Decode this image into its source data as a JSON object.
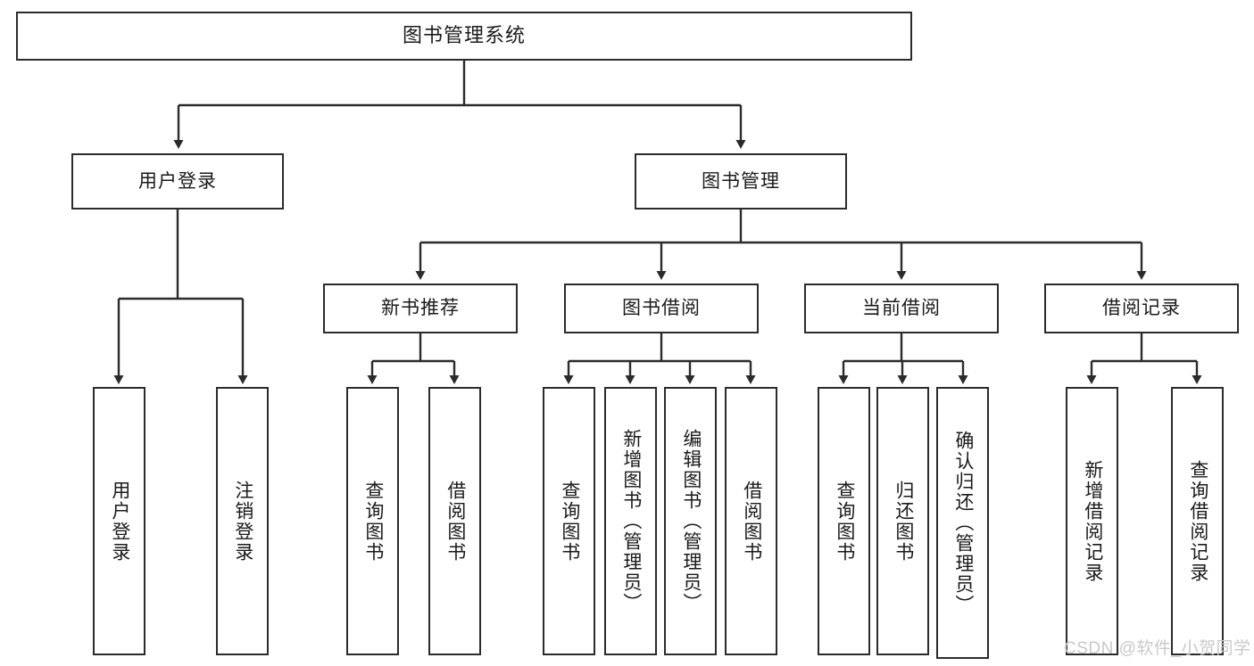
{
  "diagram": {
    "kind": "functional-structure-tree",
    "root": {
      "id": "root",
      "label": "图书管理系统"
    },
    "level1": [
      {
        "id": "user-login",
        "label": "用户登录"
      },
      {
        "id": "book-manage",
        "label": "图书管理"
      }
    ],
    "level2": [
      {
        "id": "new-book-rec",
        "label": "新书推荐",
        "parent": "book-manage"
      },
      {
        "id": "book-borrow",
        "label": "图书借阅",
        "parent": "book-manage"
      },
      {
        "id": "current-borrow",
        "label": "当前借阅",
        "parent": "book-manage"
      },
      {
        "id": "borrow-record",
        "label": "借阅记录",
        "parent": "book-manage"
      }
    ],
    "leaves": [
      {
        "id": "leaf-user-login",
        "label": "用户登录",
        "parent": "user-login"
      },
      {
        "id": "leaf-user-logout",
        "label": "注销登录",
        "parent": "user-login"
      },
      {
        "id": "leaf-rec-query",
        "label": "查询图书",
        "parent": "new-book-rec"
      },
      {
        "id": "leaf-rec-borrow",
        "label": "借阅图书",
        "parent": "new-book-rec"
      },
      {
        "id": "leaf-borrow-query",
        "label": "查询图书",
        "parent": "book-borrow"
      },
      {
        "id": "leaf-borrow-add",
        "label": "新增图书（管理员）",
        "parent": "book-borrow"
      },
      {
        "id": "leaf-borrow-edit",
        "label": "编辑图书（管理员）",
        "parent": "book-borrow"
      },
      {
        "id": "leaf-borrow-do",
        "label": "借阅图书",
        "parent": "book-borrow"
      },
      {
        "id": "leaf-cur-query",
        "label": "查询图书",
        "parent": "current-borrow"
      },
      {
        "id": "leaf-cur-return",
        "label": "归还图书",
        "parent": "current-borrow"
      },
      {
        "id": "leaf-cur-confirm",
        "label": "确认归还（管理员）",
        "parent": "current-borrow"
      },
      {
        "id": "leaf-rec-add",
        "label": "新增借阅记录",
        "parent": "borrow-record"
      },
      {
        "id": "leaf-rec-search",
        "label": "查询借阅记录",
        "parent": "borrow-record"
      }
    ],
    "watermark": "CSDN @软件_小贺同学",
    "colors": {
      "stroke": "#2b2b2b",
      "fill": "#ffffff",
      "text": "#1a1a1a",
      "watermark": "#c9c9c9"
    }
  }
}
